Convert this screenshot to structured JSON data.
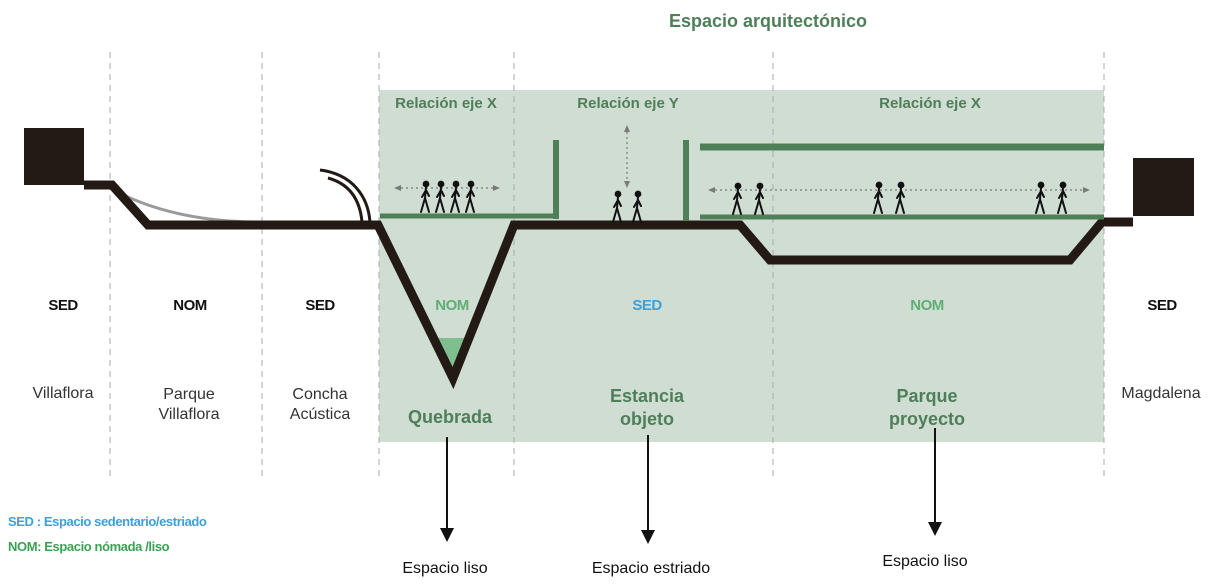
{
  "title": "Espacio arquitectónico",
  "relations": {
    "left": "Relación eje X",
    "middle": "Relación eje Y",
    "right": "Relación eje X"
  },
  "zones": [
    {
      "code": "SED",
      "place": "Villaflora"
    },
    {
      "code": "NOM",
      "place": "Parque Villaflora"
    },
    {
      "code": "SED",
      "place": "Concha Acústica"
    },
    {
      "code": "NOM",
      "place": "Quebrada"
    },
    {
      "code": "SED",
      "place": "Estancia objeto"
    },
    {
      "code": "NOM",
      "place": "Parque proyecto"
    },
    {
      "code": "SED",
      "place": "Magdalena"
    }
  ],
  "place_lines": {
    "parque_villaflora": [
      "Parque",
      "Villaflora"
    ],
    "concha_acustica": [
      "Concha",
      "Acústica"
    ],
    "estancia_objeto": [
      "Estancia",
      "objeto"
    ],
    "parque_proyecto": [
      "Parque",
      "proyecto"
    ]
  },
  "outcomes": {
    "quebrada": "Espacio liso",
    "estancia": "Espacio estriado",
    "parque": "Espacio liso"
  },
  "legend": {
    "sed": "SED : Espacio sedentario/estriado",
    "nom": "NOM: Espacio nómada /liso"
  },
  "colors": {
    "green": "#4e7f59",
    "blue": "#3f9fd6",
    "panel": "#cfddd3",
    "ground": "#231915",
    "water": "#7fbf8f"
  }
}
